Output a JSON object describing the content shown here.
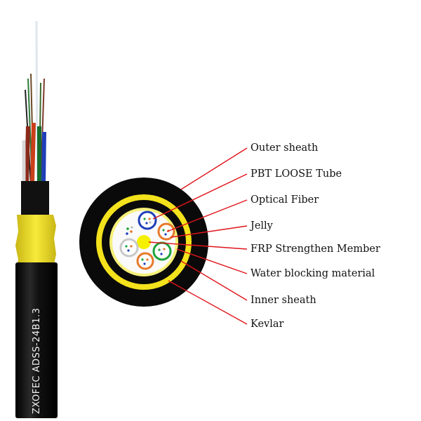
{
  "cable": {
    "jacket_print": "ZXOFEC ADSS-24B1.3"
  },
  "labels": [
    {
      "id": "outer-sheath",
      "text": "Outer sheath"
    },
    {
      "id": "pbt-loose-tube",
      "text": "PBT LOOSE Tube"
    },
    {
      "id": "optical-fiber",
      "text": "Optical Fiber"
    },
    {
      "id": "jelly",
      "text": "Jelly"
    },
    {
      "id": "frp-strengthen-member",
      "text": "FRP Strengthen Member"
    },
    {
      "id": "water-blocking-material",
      "text": "Water blocking material"
    },
    {
      "id": "inner-sheath",
      "text": "Inner sheath"
    },
    {
      "id": "kevlar",
      "text": "Kevlar"
    }
  ],
  "colors": {
    "sheath": "#0a0a0a",
    "kevlar": "#f3e21c",
    "leader": "#e0141b",
    "tube_blue": "#1f3fb8",
    "tube_orange": "#e8792a",
    "tube_green": "#1ea33a",
    "tube_gray": "#b9b9b9",
    "frp": "#f5f000"
  }
}
